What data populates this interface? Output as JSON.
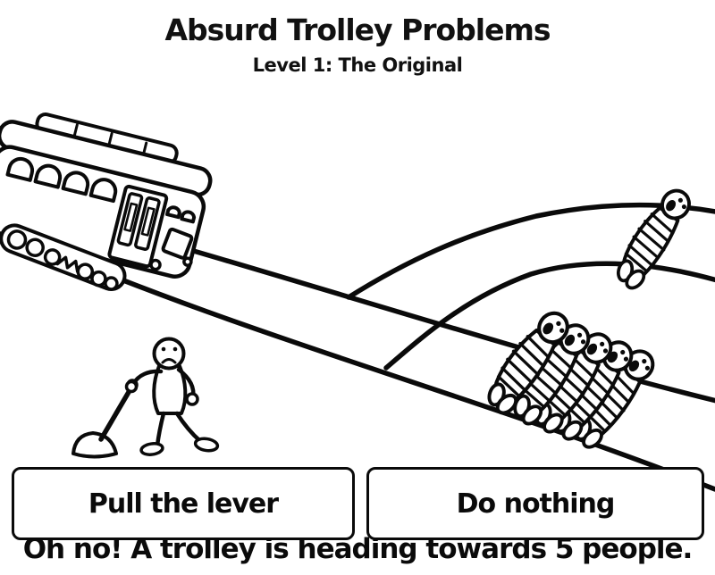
{
  "header": {
    "title": "Absurd Trolley Problems",
    "subtitle": "Level 1: The Original"
  },
  "prompt": {
    "text": "Oh no! A trolley is heading towards 5 people."
  },
  "choices": {
    "pull_lever_label": "Pull the lever",
    "do_nothing_label": "Do nothing"
  },
  "illustration": {
    "ink_color": "#0a0a0a",
    "background_color": "#ffffff",
    "elements": {
      "trolley": "hand-drawn trolley on left end of track",
      "main_track_victims": 5,
      "branch_track_victims": 1,
      "lever_operator": "worried person holding the track lever"
    }
  }
}
